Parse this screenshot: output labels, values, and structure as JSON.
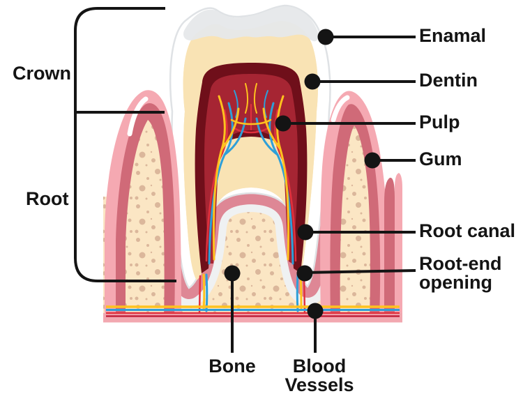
{
  "labels": {
    "crown": "Crown",
    "root": "Root",
    "enamel": "Enamal",
    "dentin": "Dentin",
    "pulp": "Pulp",
    "gum": "Gum",
    "root_canal": "Root canal",
    "root_end_line1": "Root-end",
    "root_end_line2": "opening",
    "bone": "Bone",
    "blood_line1": "Blood",
    "blood_line2": "Vessels"
  },
  "colors": {
    "background": "#ffffff",
    "leader": "#141414",
    "text": "#141414",
    "enamel_white": "#ffffff",
    "enamel_cap_gray": "#e6e8ea",
    "tooth_outline": "#dfe2e5",
    "dentin": "#f9e3b4",
    "dentin_stripe": "#e9b26a",
    "pulp_dark": "#6f0f1a",
    "pulp_inner": "#a62533",
    "nerve_yellow": "#ffc21e",
    "vessel_blue": "#2e9fd8",
    "vessel_red": "#e0313e",
    "vessel_dark_red": "#c2203a",
    "gum_outer": "#f5a9b2",
    "gum_inner": "#d06a78",
    "socket_pink": "#de8795",
    "socket_halo": "#eff1f2",
    "bone_fill": "#fbe6c4",
    "bone_speckle": "#d6af94",
    "bottom_band": "#f2a8b0"
  }
}
